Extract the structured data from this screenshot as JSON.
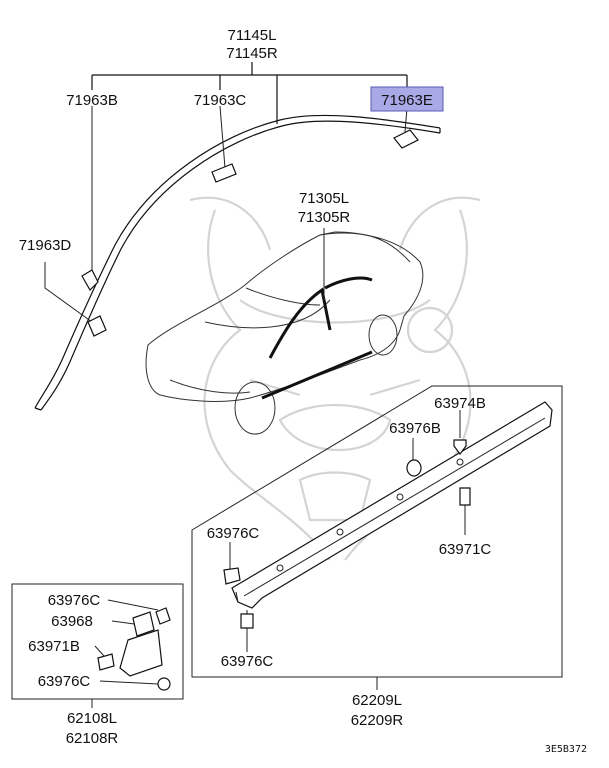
{
  "labels": {
    "molding_l": "71145L",
    "molding_r": "71145R",
    "clip_b": "71963B",
    "clip_c": "71963C",
    "clip_e": "71963E",
    "clip_d": "71963D",
    "door_l": "71305L",
    "door_r": "71305R",
    "screw_b": "63974B",
    "clip_76b": "63976B",
    "clip_76c_a": "63976C",
    "clip_71c": "63971C",
    "clip_76c_b": "63976C",
    "sill_l": "62209L",
    "sill_r": "62209R",
    "box_76c_top": "63976C",
    "box_68": "63968",
    "box_71b": "63971B",
    "box_76c_bot": "63976C",
    "mud_l": "62108L",
    "mud_r": "62108R",
    "diagram_code": "3E5B372"
  },
  "highlight_color": "#a9a9e8",
  "highlight_border": "#5a5ab4"
}
